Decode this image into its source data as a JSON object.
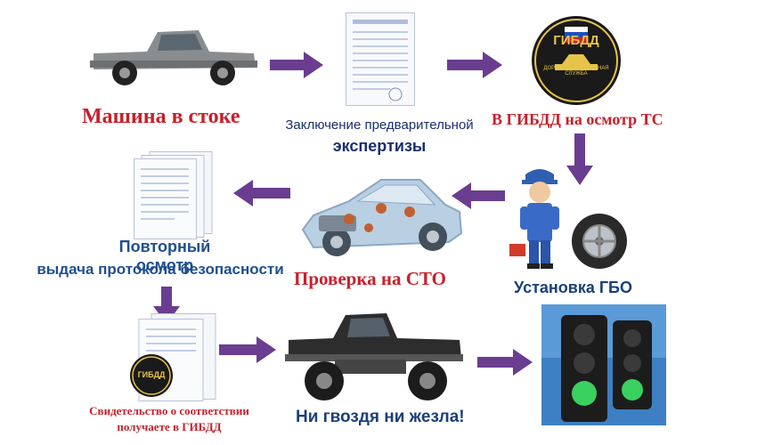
{
  "steps": {
    "car_stock": "Машина в стоке",
    "prelim_line1": "Заключение предварительной",
    "prelim_line2": "экспертизы",
    "gibdd_inspect": "В ГИБДД на осмотр ТС",
    "gbo_install": "Установка ГБО",
    "sto_check": "Проверка на СТО",
    "repeat_line1": "Повторный осмотр",
    "repeat_line2": "выдача протокола безопасности",
    "cert_line1": "Свидетельство о соответствии",
    "cert_line2": "получаете в ГИБДД",
    "final": "Ни гвоздя ни жезла!"
  },
  "badges": {
    "gibdd_big_title": "ГИБДД",
    "gibdd_big_ring": "ДОРОЖНО-ПАТРУЛЬНАЯ СЛУЖБА",
    "gibdd_small_title": "ГИБДД"
  },
  "colors": {
    "arrow": "#6a3d90",
    "red_label": "#c8202a",
    "blue_label": "#1f4f8f",
    "badge_gold": "#e6c44a"
  },
  "icons": {
    "arrow": "purple-arrow-icon",
    "pickup": "pickup-truck-icon",
    "document": "document-icon",
    "badge": "gibdd-badge-icon",
    "mechanic": "mechanic-icon",
    "tire": "tire-icon",
    "car": "xray-car-icon",
    "offroad": "offroad-truck-icon",
    "traffic": "traffic-light-icon"
  }
}
